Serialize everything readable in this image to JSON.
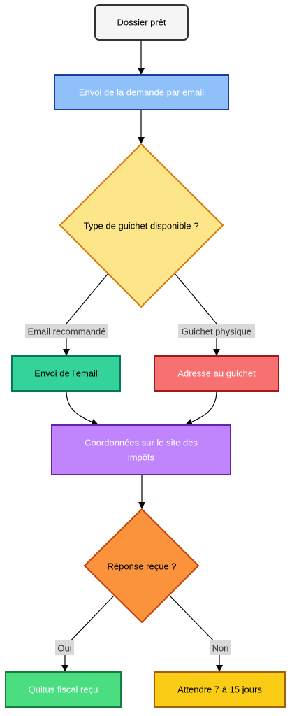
{
  "nodes": {
    "start": {
      "label": "Dossier prêt",
      "fill": "#f5f5f5",
      "stroke": "#333333",
      "text": "#000000"
    },
    "send_email": {
      "label": "Envoi de la demande par email",
      "fill": "#90c0fa",
      "stroke": "#1a3fa0",
      "text": "#ffffff"
    },
    "guichet_type": {
      "label": "Type de guichet disponible ?",
      "fill": "#fde68a",
      "stroke": "#d97706",
      "text": "#000000"
    },
    "envoi_email": {
      "label": "Envoi de l'email",
      "fill": "#34d399",
      "stroke": "#047857",
      "text": "#000000"
    },
    "adresse_guichet": {
      "label": "Adresse au guichet",
      "fill": "#f87171",
      "stroke": "#991b1b",
      "text": "#ffffff"
    },
    "coordonnees": {
      "label_line1": "Coordonnées sur le site des",
      "label_line2": "impôts",
      "fill": "#c084fc",
      "stroke": "#6b21a8",
      "text": "#ffffff"
    },
    "reponse": {
      "label": "Réponse reçue ?",
      "fill": "#fb923c",
      "stroke": "#c2410c",
      "text": "#000000"
    },
    "quitus": {
      "label": "Quitus fiscal reçu",
      "fill": "#4ade80",
      "stroke": "#15803d",
      "text": "#ffffff"
    },
    "attendre": {
      "label": "Attendre 7 à 15 jours",
      "fill": "#facc15",
      "stroke": "#a16207",
      "text": "#000000"
    }
  },
  "edge_labels": {
    "email_recommande": "Email recommandé",
    "guichet_physique": "Guichet physique",
    "oui": "Oui",
    "non": "Non"
  },
  "colors": {
    "edge": "#000000",
    "edge_label_bg": "#d9d9d9"
  }
}
